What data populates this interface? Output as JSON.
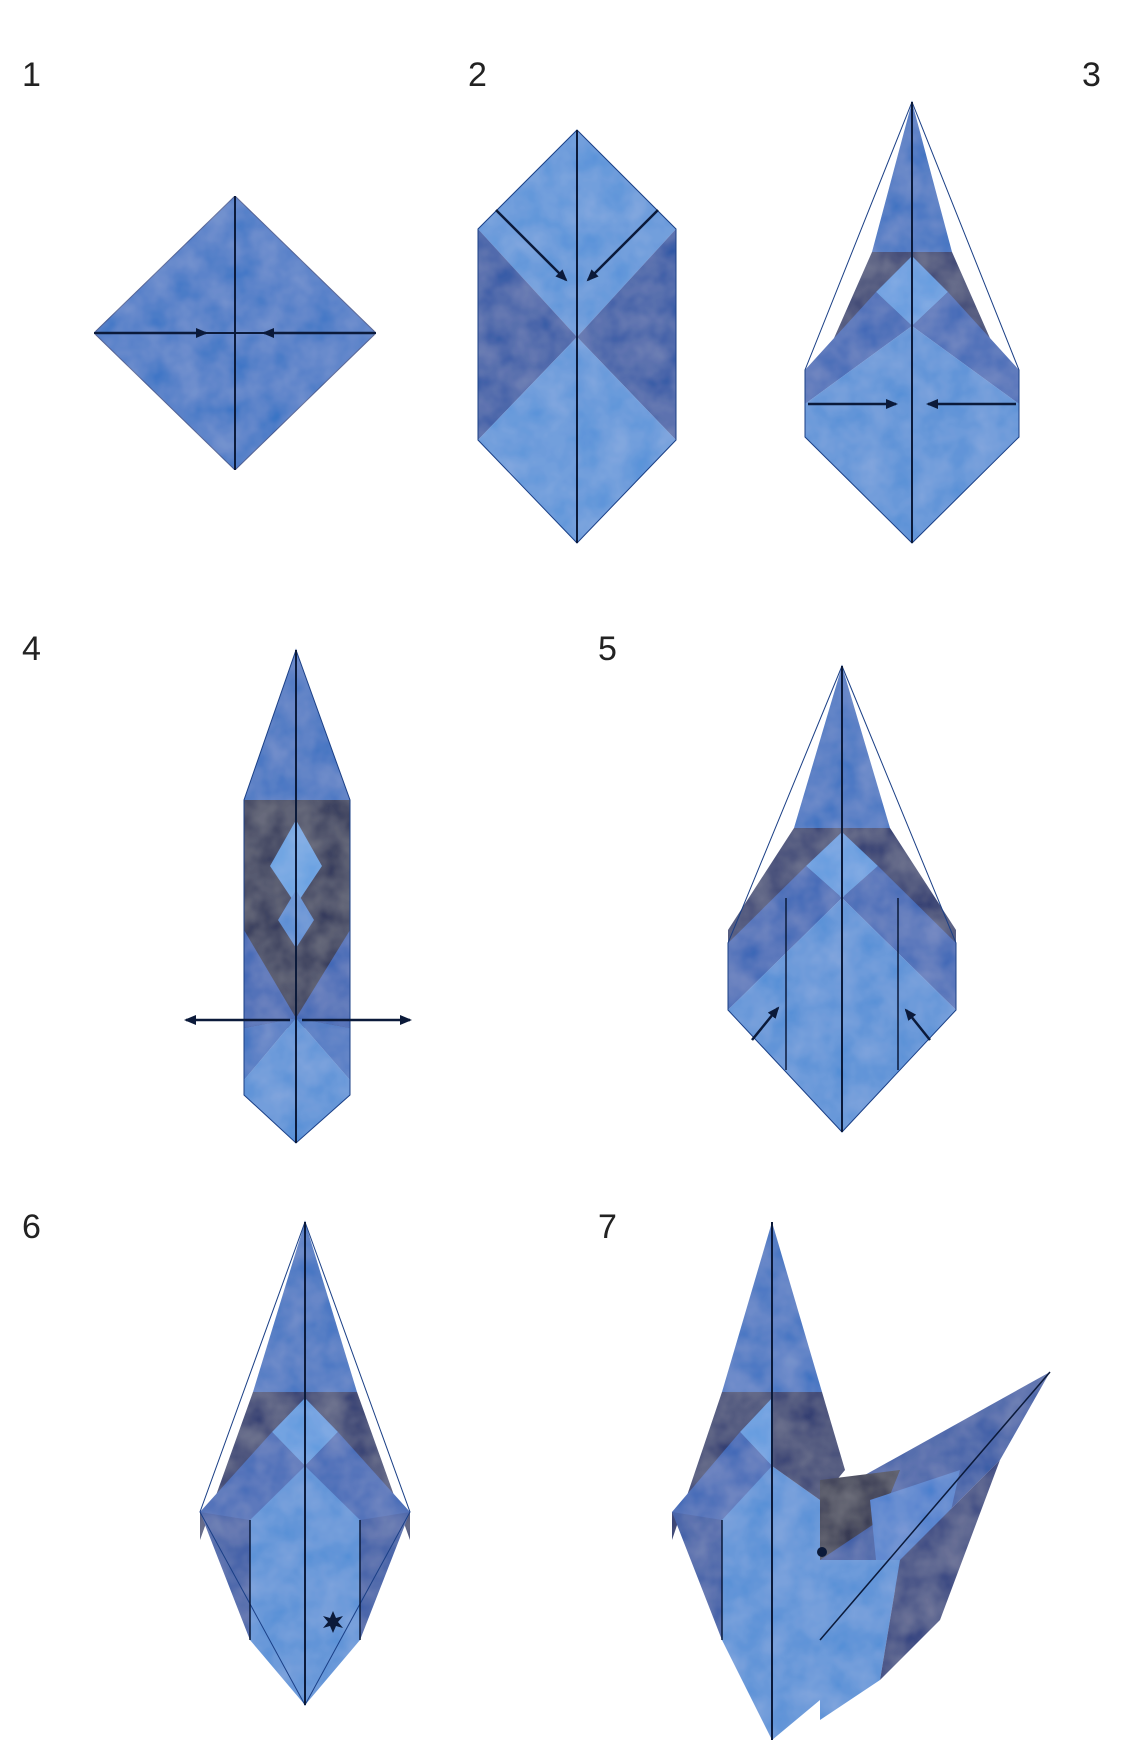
{
  "steps": [
    {
      "number": "1"
    },
    {
      "number": "2"
    },
    {
      "number": "3"
    },
    {
      "number": "4"
    },
    {
      "number": "5"
    },
    {
      "number": "6"
    },
    {
      "number": "7"
    }
  ],
  "colors": {
    "light": "#4d8fd6",
    "medium": "#2a62b8",
    "dark": "#17327a",
    "darkest": "#0c1540",
    "line": "#0b1a3a",
    "background": "#ffffff"
  }
}
